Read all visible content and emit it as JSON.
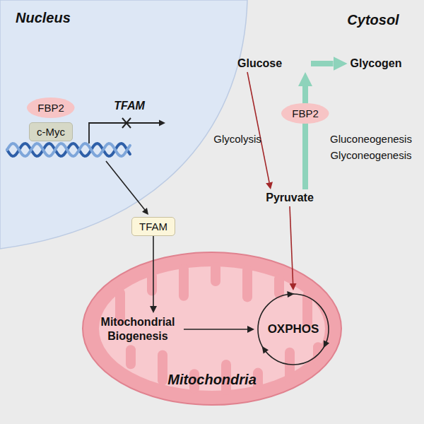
{
  "diagram": {
    "nodes": [
      {
        "text": [
          "Nucleus"
        ]
      },
      {
        "text": [
          "FBP2"
        ],
        "in": 0
      },
      {
        "text": [
          "c-Myc"
        ],
        "in": 0
      },
      {
        "text": [
          "Glucose"
        ]
      },
      {
        "text": [
          "Glycogen"
        ]
      },
      {
        "text": [
          "FBP2"
        ]
      },
      {
        "text": [
          "Pyruvate"
        ]
      },
      {
        "text": [
          "TFAM"
        ]
      },
      {
        "text": [
          "Mitochondria"
        ]
      },
      {
        "text": [
          "Mitochondrial Biogenesis"
        ],
        "in": 8
      },
      {
        "text": [
          "OXPHOS"
        ],
        "in": 8
      }
    ],
    "edges": [
      {
        "from": 3,
        "to": 4,
        "arrow": "to"
      },
      {
        "from": 3,
        "to": 6,
        "arrow": "to"
      },
      {
        "from": 6,
        "to": 3,
        "arrow": "to"
      },
      {
        "from": 6,
        "to": 10,
        "arrow": "to"
      },
      {
        "from": 7,
        "to": 9,
        "arrow": "to"
      },
      {
        "from": 9,
        "to": 10,
        "arrow": "to"
      }
    ],
    "labels": [
      "Cytosol",
      "TFAM",
      "Glycolysis",
      "Gluconeogenesis",
      "Glyconeogenesis"
    ]
  }
}
